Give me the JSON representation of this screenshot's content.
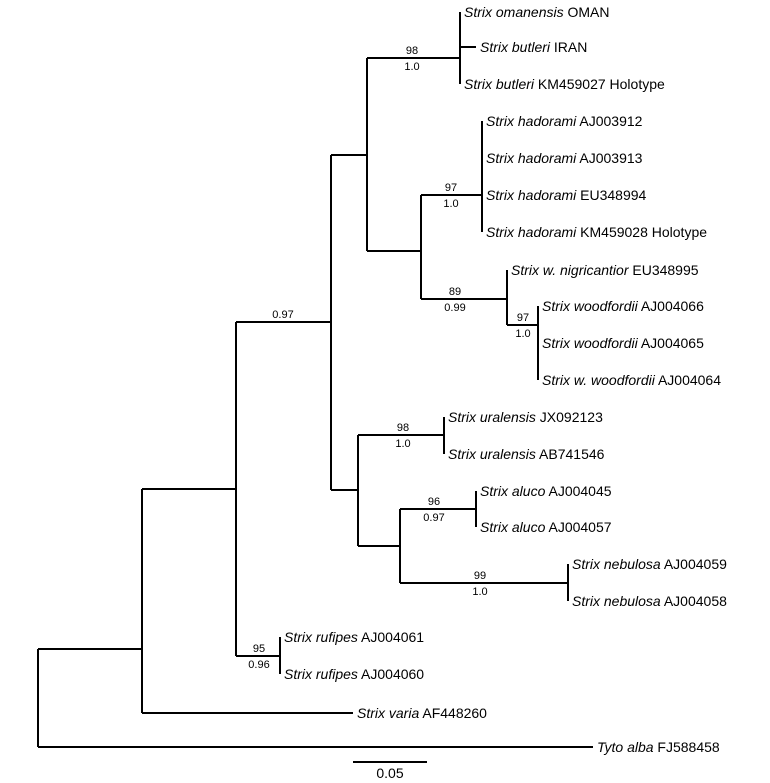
{
  "tree": {
    "taxa": [
      {
        "genus": "Strix",
        "epithet": "omanensis",
        "rest": "OMAN"
      },
      {
        "genus": "Strix",
        "epithet": "butleri",
        "rest": "IRAN"
      },
      {
        "genus": "Strix",
        "epithet": "butleri",
        "rest": "KM459027 Holotype"
      },
      {
        "genus": "Strix",
        "epithet": "hadorami",
        "rest": "AJ003912"
      },
      {
        "genus": "Strix",
        "epithet": "hadorami",
        "rest": "AJ003913"
      },
      {
        "genus": "Strix",
        "epithet": "hadorami",
        "rest": "EU348994"
      },
      {
        "genus": "Strix",
        "epithet": "hadorami",
        "rest": "KM459028 Holotype"
      },
      {
        "genus": "Strix",
        "epithet": "w. nigricantior",
        "rest": "EU348995"
      },
      {
        "genus": "Strix",
        "epithet": "woodfordii",
        "rest": "AJ004066"
      },
      {
        "genus": "Strix",
        "epithet": "woodfordii",
        "rest": "AJ004065"
      },
      {
        "genus": "Strix",
        "epithet": "w. woodfordii",
        "rest": "AJ004064"
      },
      {
        "genus": "Strix",
        "epithet": "uralensis",
        "rest": "JX092123"
      },
      {
        "genus": "Strix",
        "epithet": "uralensis",
        "rest": "AB741546"
      },
      {
        "genus": "Strix",
        "epithet": "aluco",
        "rest": "AJ004045"
      },
      {
        "genus": "Strix",
        "epithet": "aluco",
        "rest": "AJ004057"
      },
      {
        "genus": "Strix",
        "epithet": "nebulosa",
        "rest": "AJ004059"
      },
      {
        "genus": "Strix",
        "epithet": "nebulosa",
        "rest": "AJ004058"
      },
      {
        "genus": "Strix",
        "epithet": "rufipes",
        "rest": "AJ004061"
      },
      {
        "genus": "Strix",
        "epithet": "rufipes",
        "rest": "AJ004060"
      },
      {
        "genus": "Strix",
        "epithet": "varia",
        "rest": "AF448260"
      },
      {
        "genus": "Tyto",
        "epithet": "alba",
        "rest": "FJ588458"
      }
    ],
    "support": [
      {
        "clade": "butleri-omanensis",
        "bootstrap": "98",
        "posterior": "1.0"
      },
      {
        "clade": "hadorami",
        "bootstrap": "97",
        "posterior": "1.0"
      },
      {
        "clade": "woodfordii-group",
        "bootstrap": "89",
        "posterior": "0.99"
      },
      {
        "clade": "woodfordii",
        "bootstrap": "97",
        "posterior": "1.0"
      },
      {
        "clade": "ingroup-core",
        "bootstrap": "",
        "posterior": "0.97"
      },
      {
        "clade": "uralensis",
        "bootstrap": "98",
        "posterior": "1.0"
      },
      {
        "clade": "aluco",
        "bootstrap": "96",
        "posterior": "0.97"
      },
      {
        "clade": "nebulosa",
        "bootstrap": "99",
        "posterior": "1.0"
      },
      {
        "clade": "rufipes",
        "bootstrap": "95",
        "posterior": "0.96"
      }
    ],
    "scale_bar": {
      "value": 0.05,
      "label": "0.05"
    }
  }
}
